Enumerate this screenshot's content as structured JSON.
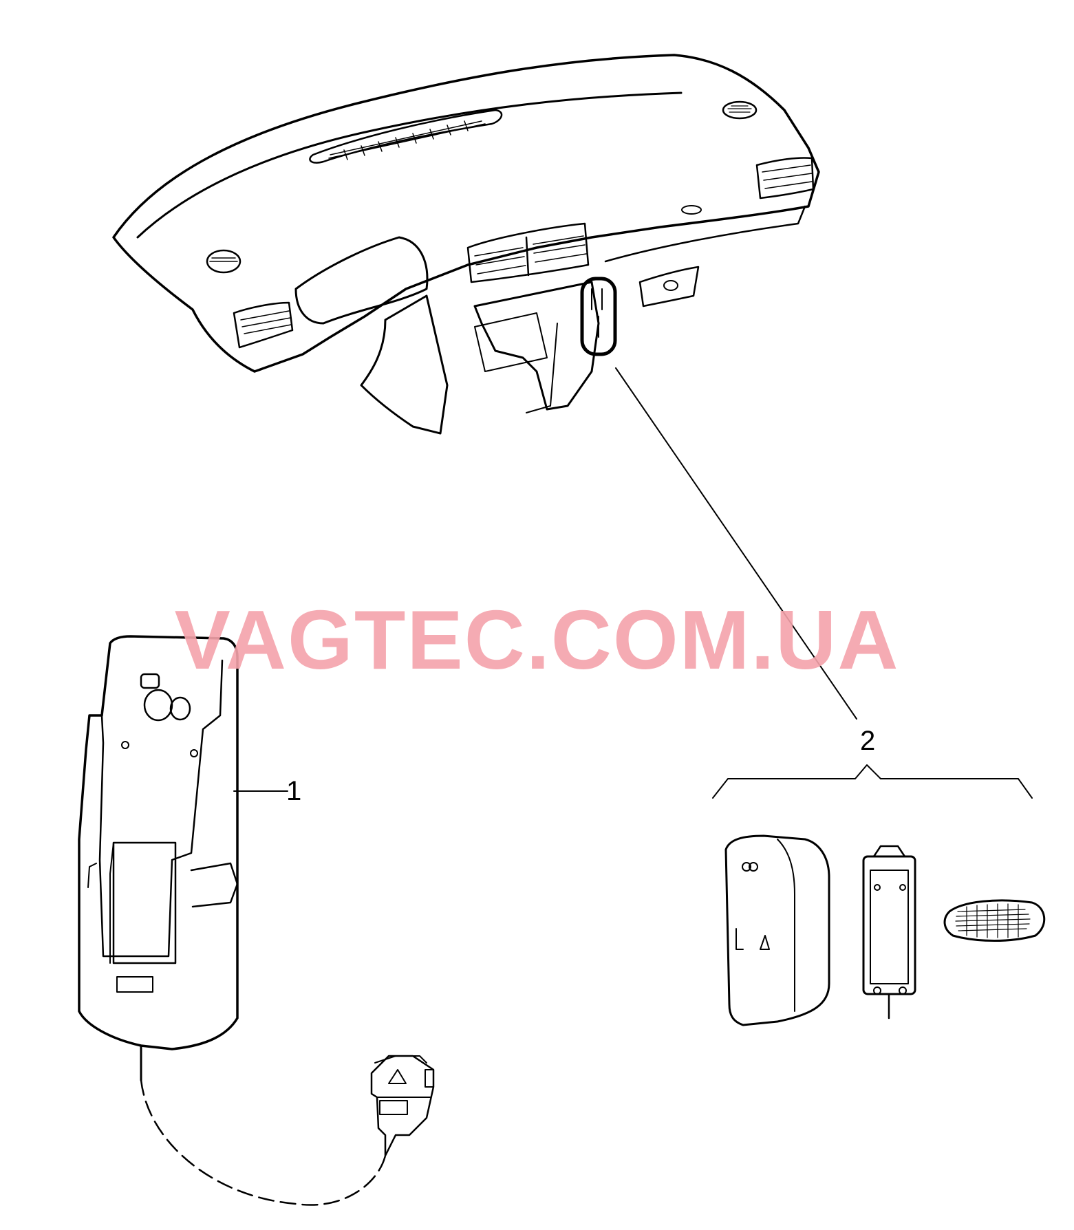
{
  "diagram": {
    "parts": [
      {
        "id": "1",
        "label": "1"
      },
      {
        "id": "2",
        "label": "2"
      }
    ]
  },
  "watermark": {
    "text": "VAGTEC.COM.UA",
    "color": "#f5a3ab"
  },
  "colors": {
    "line": "#000000",
    "background": "#ffffff"
  }
}
